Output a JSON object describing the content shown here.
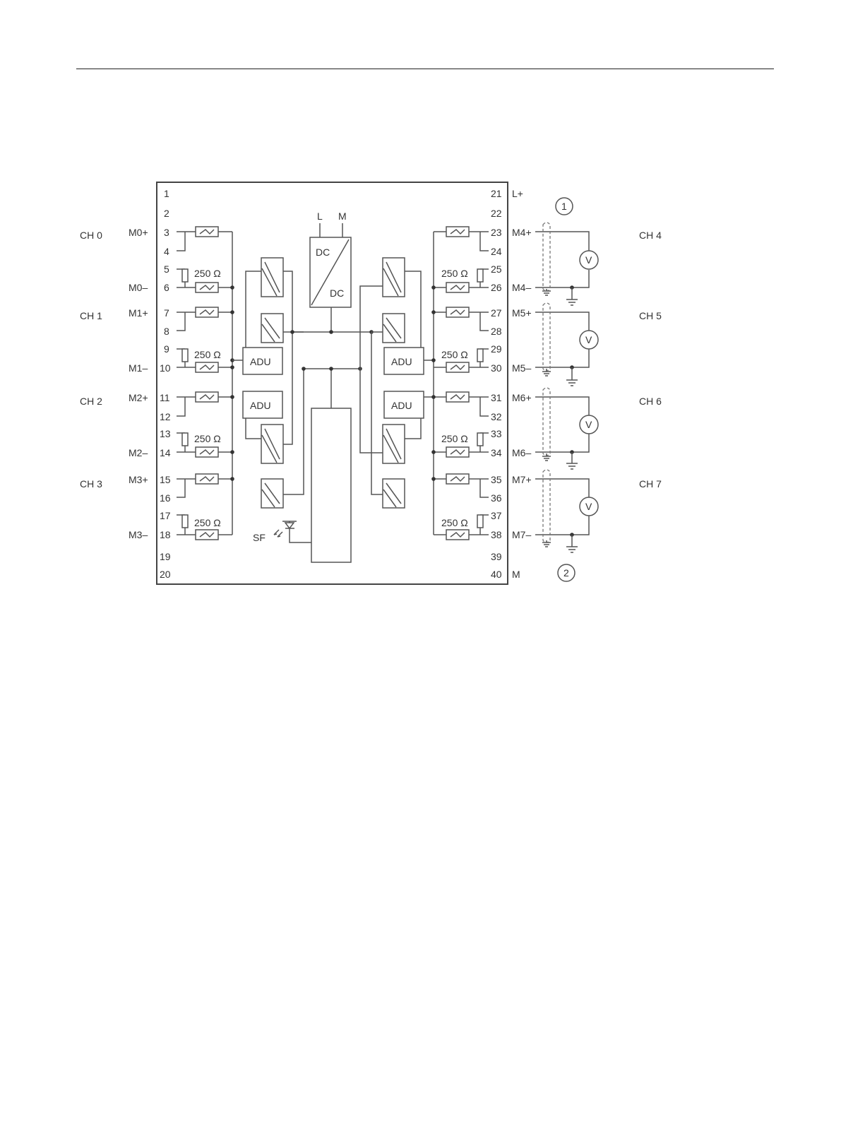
{
  "diagram": {
    "channels_left": [
      "CH 0",
      "CH 1",
      "CH 2",
      "CH 3"
    ],
    "channels_right": [
      "CH 4",
      "CH 5",
      "CH 6",
      "CH 7"
    ],
    "signals_left": [
      "M0+",
      "M0–",
      "M1+",
      "M1–",
      "M2+",
      "M2–",
      "M3+",
      "M3–"
    ],
    "signals_right": [
      "L+",
      "M4+",
      "M4–",
      "M5+",
      "M5–",
      "M6+",
      "M6–",
      "M7+",
      "M7–",
      "M"
    ],
    "terminals_left": [
      "1",
      "2",
      "3",
      "4",
      "5",
      "6",
      "7",
      "8",
      "9",
      "10",
      "11",
      "12",
      "13",
      "14",
      "15",
      "16",
      "17",
      "18",
      "19",
      "20"
    ],
    "terminals_right": [
      "21",
      "22",
      "23",
      "24",
      "25",
      "26",
      "27",
      "28",
      "29",
      "30",
      "31",
      "32",
      "33",
      "34",
      "35",
      "36",
      "37",
      "38",
      "39",
      "40"
    ],
    "resistor_label": "250 Ω",
    "adu_label": "ADU",
    "converter": {
      "top": "DC",
      "bottom": "DC"
    },
    "supply": {
      "l": "L",
      "m": "M"
    },
    "status_led": "SF",
    "voltmeter": "V",
    "callouts": [
      "1",
      "2"
    ]
  }
}
